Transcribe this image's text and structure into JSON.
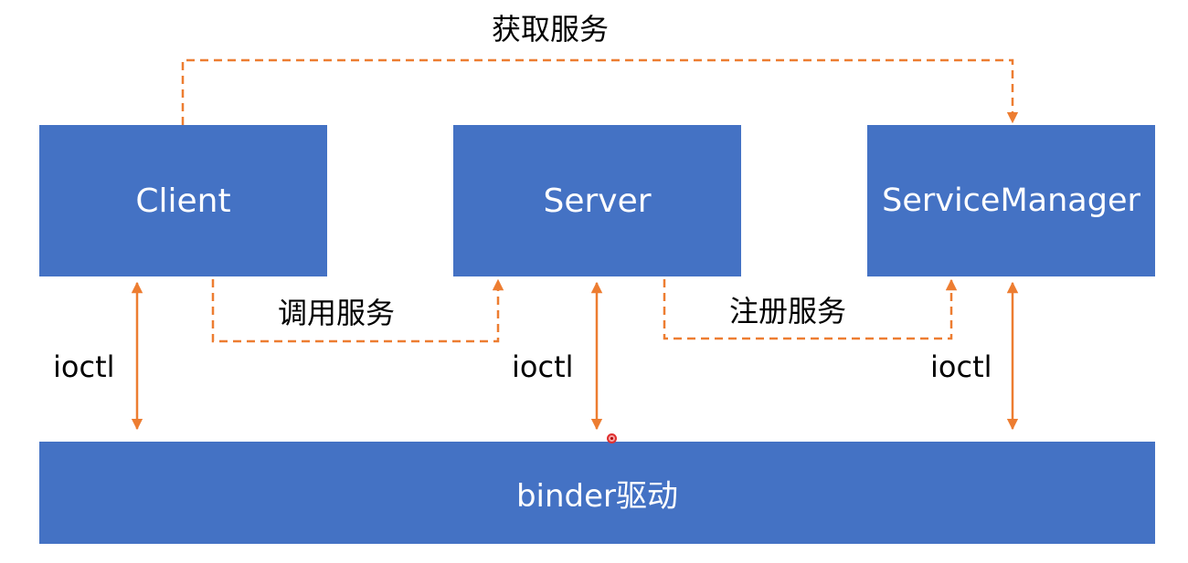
{
  "diagram": {
    "accent_color": "#ed7d31",
    "box_color": "#4472c4",
    "boxes": {
      "client": "Client",
      "server": "Server",
      "service_manager": "ServiceManager",
      "binder": "binder驱动"
    },
    "edges": {
      "get_service": "获取服务",
      "call_service": "调用服务",
      "register_service": "注册服务",
      "ioctl_client": "ioctl",
      "ioctl_server": "ioctl",
      "ioctl_service_manager": "ioctl"
    }
  }
}
